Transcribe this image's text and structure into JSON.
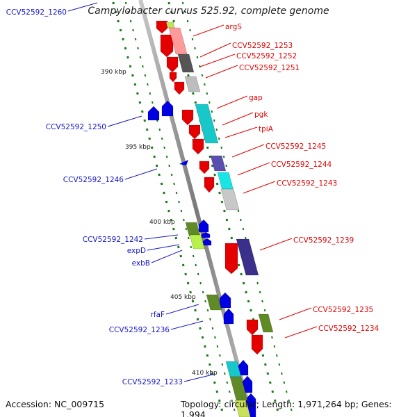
{
  "title": "Campylobacter curvus 525.92, complete genome",
  "footer": {
    "accession": "Accession: NC_009715",
    "summary": "Topology: circular; Length: 1,971,264 bp; Genes: 1,994"
  },
  "colors": {
    "forward_gene": "#e40000",
    "reverse_gene": "#0000e0",
    "backbone": "#8a8a8a",
    "tick": "#1a7a1a",
    "label_red": "#e00000",
    "label_blue": "#1414c8"
  },
  "position_markers": [
    "390 kbp",
    "395 kbp",
    "400 kbp",
    "405 kbp",
    "410 kbp"
  ],
  "labels_right": [
    "argS",
    "CCV52592_1253",
    "CCV52592_1252",
    "CCV52592_1251",
    "gap",
    "pgk",
    "tpiA",
    "CCV52592_1245",
    "CCV52592_1244",
    "CCV52592_1243",
    "CCV52592_1239",
    "CCV52592_1235",
    "CCV52592_1234"
  ],
  "labels_left": [
    "CCV52592_1260",
    "CCV52592_1250",
    "CCV52592_1246",
    "CCV52592_1242",
    "expD",
    "exbB",
    "rfaF",
    "CCV52592_1236",
    "CCV52592_1233"
  ]
}
